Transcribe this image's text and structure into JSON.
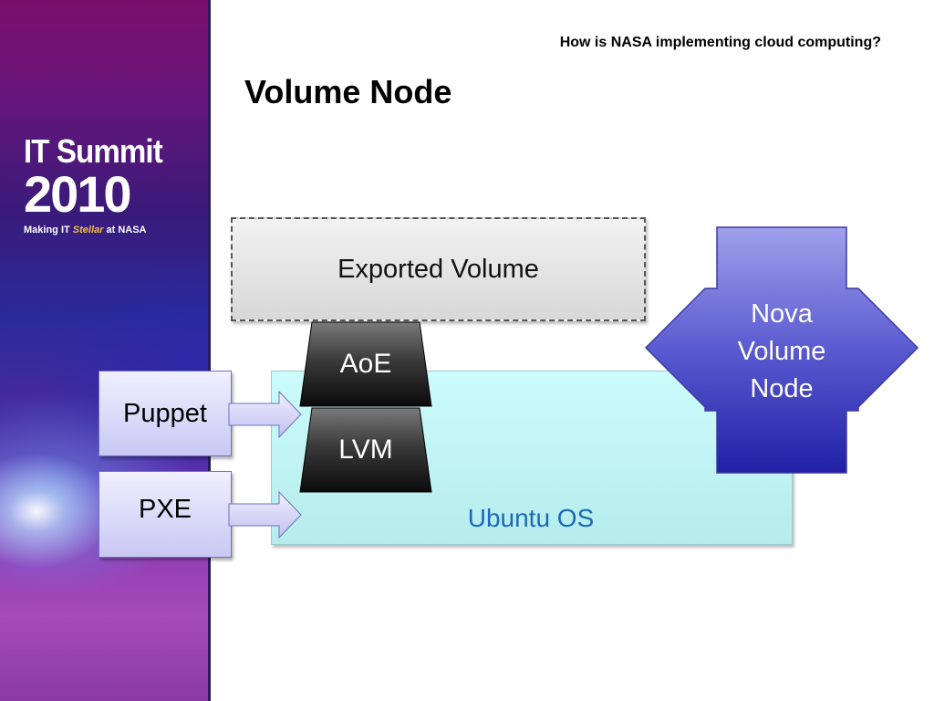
{
  "header": {
    "subtitle": "How is NASA implementing cloud computing?",
    "title": "Volume Node"
  },
  "logo": {
    "line1": "IT Summit",
    "line2": "2010",
    "tagline_prefix": "Making IT ",
    "tagline_highlight": "Stellar",
    "tagline_suffix": " at NASA"
  },
  "diagram": {
    "exported_volume": "Exported Volume",
    "aoe": "AoE",
    "lvm": "LVM",
    "ubuntu_os": "Ubuntu OS",
    "puppet": "Puppet",
    "pxe": "PXE",
    "nova_line1": "Nova",
    "nova_line2": "Volume",
    "nova_line3": "Node"
  },
  "colors": {
    "ubuntu_text": "#1a6ab8",
    "nova_fill_top": "#9a9ae8",
    "nova_fill_bottom": "#2424a8",
    "trapezoid_dark": "#111111"
  }
}
